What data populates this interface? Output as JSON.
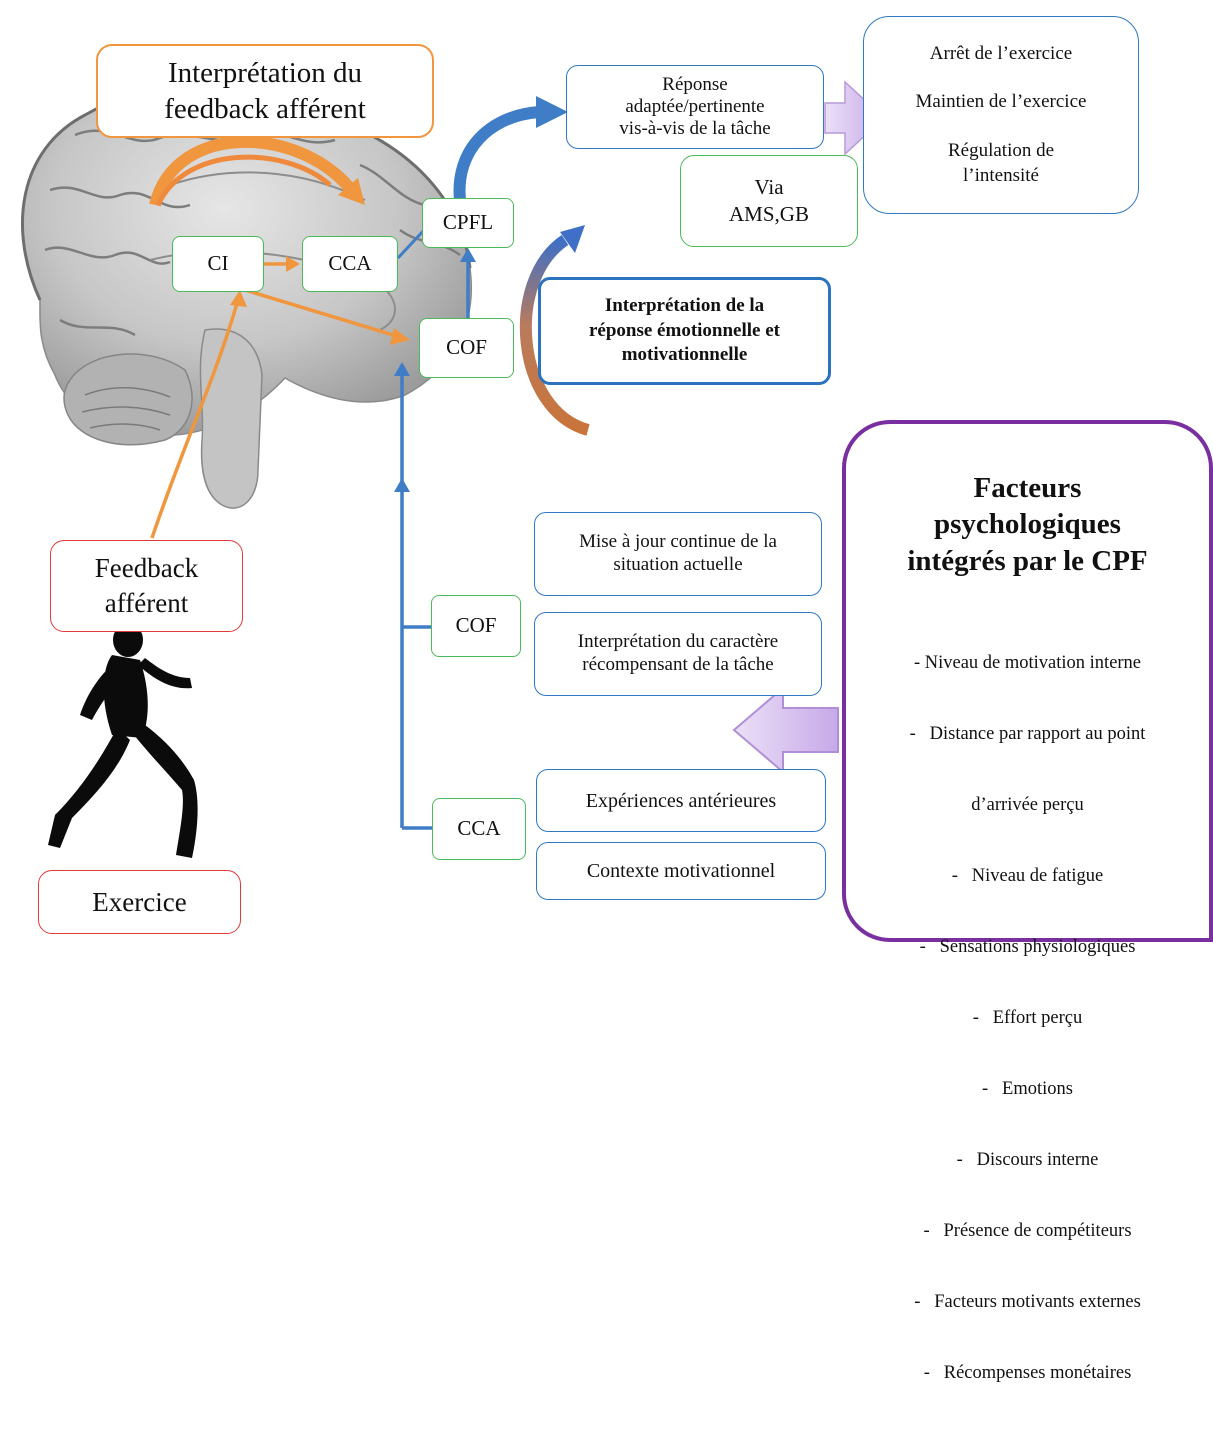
{
  "boxes": {
    "interpretation_title": "Interprétation du feedback afférent",
    "ci": "CI",
    "cca_top": "CCA",
    "cpfl": "CPFL",
    "cof_top": "COF",
    "reponse": [
      "Réponse",
      "adaptée/pertinente",
      "vis-à-vis de la tâche"
    ],
    "outcomes": [
      "Arrêt de l’exercice",
      "Maintien de l’exercice",
      "Régulation de",
      "l’intensité"
    ],
    "via": [
      "Via",
      "AMS,GB"
    ],
    "emotion": [
      "Interprétation de la",
      "réponse émotionnelle et",
      "motivationnelle"
    ],
    "feedback": [
      "Feedback",
      "afférent"
    ],
    "exercice": "Exercice",
    "mise_a_jour": [
      "Mise à jour continue de la",
      "situation actuelle"
    ],
    "interp_caractere": [
      "Interprétation du caractère",
      "récompensant de la tâche"
    ],
    "cof_bottom": "COF",
    "experiences": "Expériences antérieures",
    "contexte": "Contexte motivationnel",
    "cca_bottom": "CCA"
  },
  "factors_panel": {
    "title": [
      "Facteurs",
      "psychologiques",
      "intégrés par le CPF"
    ],
    "items": [
      "- Niveau de motivation interne",
      "-   Distance par rapport au point",
      "d’arrivée perçu",
      "-   Niveau de fatigue",
      "-   Sensations physiologiques",
      "-   Effort perçu",
      "-   Emotions",
      "-   Discours interne",
      "-   Présence de compétiteurs",
      "-   Facteurs motivants externes",
      "-   Récompenses monétaires"
    ]
  },
  "colors": {
    "orange_arrow": "#f0963f",
    "blue_arrow": "#3f7dc6",
    "green_border": "#4cba5a",
    "blue_border": "#2f79c0",
    "red_border": "#e23a3a",
    "purple_border": "#7a2fa0",
    "lavender_arrow": "#d7c2ee",
    "brain_gray": "#b9b9b9"
  },
  "icons": [
    "brain-illustration",
    "runner-silhouette"
  ]
}
